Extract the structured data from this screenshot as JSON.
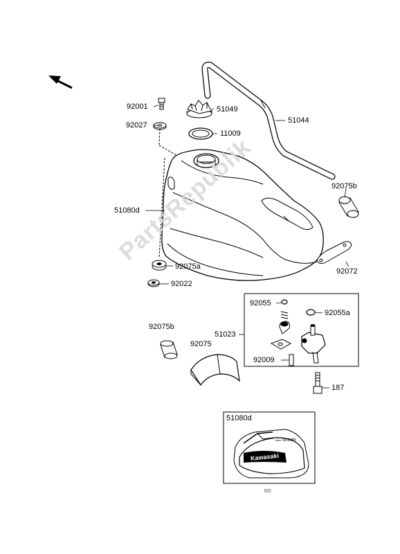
{
  "labels": {
    "p92001": "92001",
    "p51049": "51049",
    "p51044": "51044",
    "p92027": "92027",
    "p11009": "11009",
    "p92075b_top": "92075b",
    "p51080d": "51080d",
    "p92075a": "92075a",
    "p92072": "92072",
    "p92022": "92022",
    "p92055": "92055",
    "p92055a": "92055a",
    "p51023": "51023",
    "p92075b_bottom": "92075b",
    "p92075": "92075",
    "p92009": "92009",
    "p187": "187"
  },
  "inset": {
    "caption": "51080d",
    "color_callout": "Green",
    "decal_text": "Kawasaki",
    "footer": "KD"
  },
  "watermark": "PartsRepublik",
  "colors": {
    "line": "#000000",
    "watermark": "#d9d9d9"
  },
  "icons": {
    "orientation_arrow": "arrow-up-left-icon"
  }
}
